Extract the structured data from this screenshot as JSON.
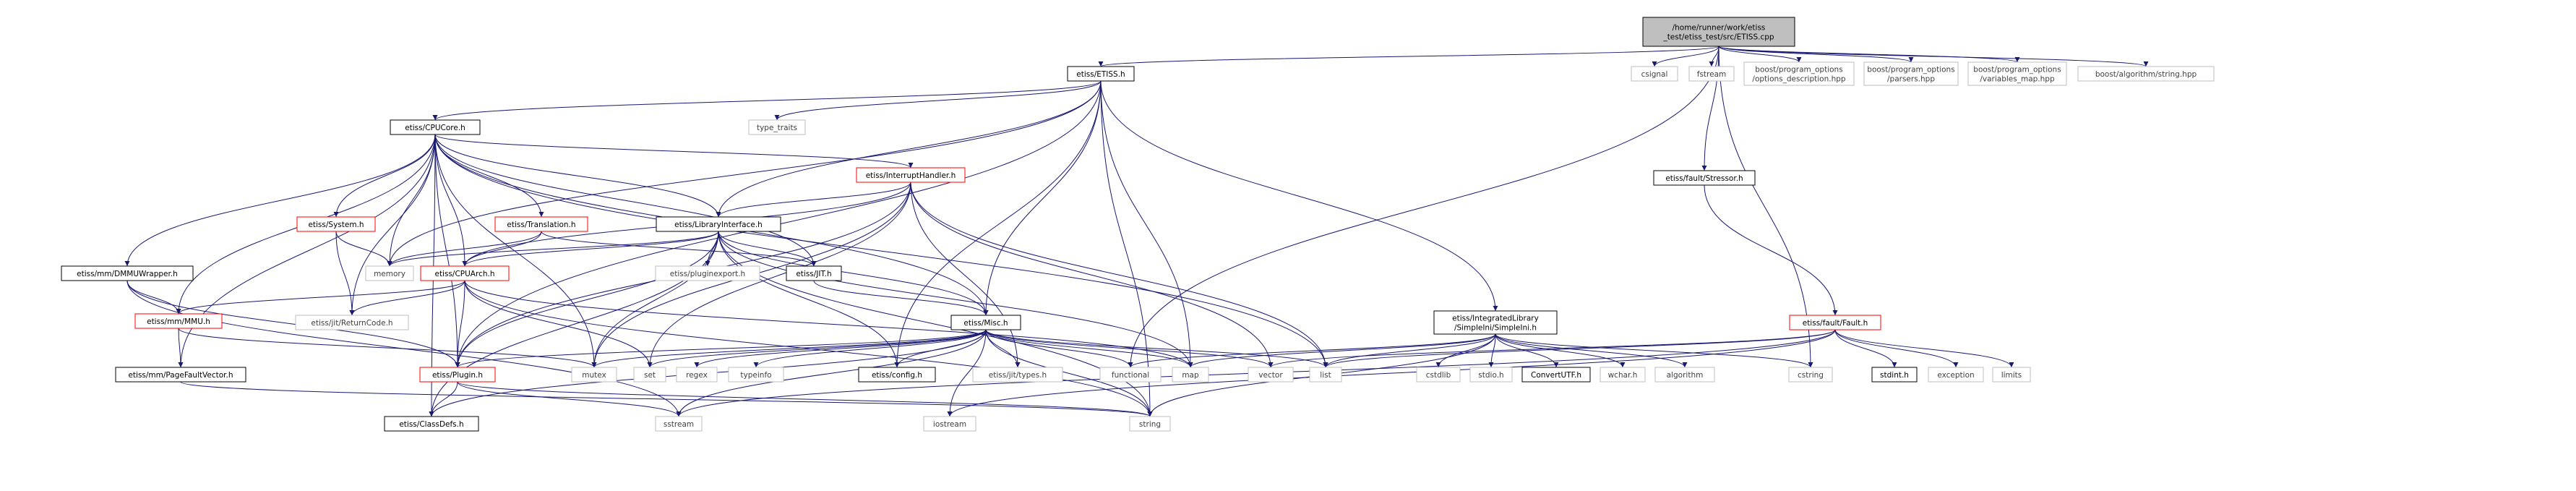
{
  "colors": {
    "edge": "#191970",
    "focus_fill": "#bfbfbf",
    "box_border_black": "#000000",
    "box_border_red": "#ff0000",
    "box_border_gray": "#bfbfbf",
    "text_gray": "#404040"
  },
  "nodes": {
    "root": {
      "lines": [
        "/home/runner/work/etiss",
        "_test/etiss_test/src/ETISS.cpp"
      ],
      "style": "focus"
    },
    "etiss_h": {
      "lines": [
        "etiss/ETISS.h"
      ],
      "style": "black"
    },
    "csignal": {
      "lines": [
        "csignal"
      ],
      "style": "gray"
    },
    "fstream": {
      "lines": [
        "fstream"
      ],
      "style": "gray"
    },
    "boost_opt_desc": {
      "lines": [
        "boost/program_options",
        "/options_description.hpp"
      ],
      "style": "gray"
    },
    "boost_parsers": {
      "lines": [
        "boost/program_options",
        "/parsers.hpp"
      ],
      "style": "gray"
    },
    "boost_varmap": {
      "lines": [
        "boost/program_options",
        "/variables_map.hpp"
      ],
      "style": "gray"
    },
    "boost_string": {
      "lines": [
        "boost/algorithm/string.hpp"
      ],
      "style": "gray"
    },
    "stressor": {
      "lines": [
        "etiss/fault/Stressor.h"
      ],
      "style": "black"
    },
    "type_traits": {
      "lines": [
        "type_traits"
      ],
      "style": "gray"
    },
    "cpucore": {
      "lines": [
        "etiss/CPUCore.h"
      ],
      "style": "black"
    },
    "interrupt": {
      "lines": [
        "etiss/InterruptHandler.h"
      ],
      "style": "red"
    },
    "system": {
      "lines": [
        "etiss/System.h"
      ],
      "style": "red"
    },
    "translation": {
      "lines": [
        "etiss/Translation.h"
      ],
      "style": "red"
    },
    "libiface": {
      "lines": [
        "etiss/LibraryInterface.h"
      ],
      "style": "black"
    },
    "dmmu": {
      "lines": [
        "etiss/mm/DMMUWrapper.h"
      ],
      "style": "black"
    },
    "memory": {
      "lines": [
        "memory"
      ],
      "style": "gray"
    },
    "cpuarch": {
      "lines": [
        "etiss/CPUArch.h"
      ],
      "style": "red"
    },
    "pluginexport": {
      "lines": [
        "etiss/pluginexport.h"
      ],
      "style": "gray"
    },
    "jit": {
      "lines": [
        "etiss/JIT.h"
      ],
      "style": "black"
    },
    "mmu": {
      "lines": [
        "etiss/mm/MMU.h"
      ],
      "style": "red"
    },
    "returncode": {
      "lines": [
        "etiss/jit/ReturnCode.h"
      ],
      "style": "gray"
    },
    "misc": {
      "lines": [
        "etiss/Misc.h"
      ],
      "style": "black"
    },
    "simpleini": {
      "lines": [
        "etiss/IntegratedLibrary",
        "/SimpleIni/SimpleIni.h"
      ],
      "style": "black"
    },
    "fault": {
      "lines": [
        "etiss/fault/Fault.h"
      ],
      "style": "red"
    },
    "pagefault": {
      "lines": [
        "etiss/mm/PageFaultVector.h"
      ],
      "style": "black"
    },
    "plugin": {
      "lines": [
        "etiss/Plugin.h"
      ],
      "style": "red"
    },
    "mutex": {
      "lines": [
        "mutex"
      ],
      "style": "gray"
    },
    "set": {
      "lines": [
        "set"
      ],
      "style": "gray"
    },
    "regex": {
      "lines": [
        "regex"
      ],
      "style": "gray"
    },
    "typeinfo": {
      "lines": [
        "typeinfo"
      ],
      "style": "gray"
    },
    "config": {
      "lines": [
        "etiss/config.h"
      ],
      "style": "black"
    },
    "jittypes": {
      "lines": [
        "etiss/jit/types.h"
      ],
      "style": "gray"
    },
    "functional": {
      "lines": [
        "functional"
      ],
      "style": "gray"
    },
    "map": {
      "lines": [
        "map"
      ],
      "style": "gray"
    },
    "vector": {
      "lines": [
        "vector"
      ],
      "style": "gray"
    },
    "list": {
      "lines": [
        "list"
      ],
      "style": "gray"
    },
    "cstdlib": {
      "lines": [
        "cstdlib"
      ],
      "style": "gray"
    },
    "stdio": {
      "lines": [
        "stdio.h"
      ],
      "style": "gray"
    },
    "convertutf": {
      "lines": [
        "ConvertUTF.h"
      ],
      "style": "black"
    },
    "wchar": {
      "lines": [
        "wchar.h"
      ],
      "style": "gray"
    },
    "algorithm": {
      "lines": [
        "algorithm"
      ],
      "style": "gray"
    },
    "cstring": {
      "lines": [
        "cstring"
      ],
      "style": "gray"
    },
    "stdint": {
      "lines": [
        "stdint.h"
      ],
      "style": "black"
    },
    "exception": {
      "lines": [
        "exception"
      ],
      "style": "gray"
    },
    "limits": {
      "lines": [
        "limits"
      ],
      "style": "gray"
    },
    "classdefs": {
      "lines": [
        "etiss/ClassDefs.h"
      ],
      "style": "black"
    },
    "sstream": {
      "lines": [
        "sstream"
      ],
      "style": "gray"
    },
    "iostream": {
      "lines": [
        "iostream"
      ],
      "style": "gray"
    },
    "string": {
      "lines": [
        "string"
      ],
      "style": "gray"
    }
  },
  "edges": [
    [
      "root",
      "etiss_h"
    ],
    [
      "root",
      "csignal"
    ],
    [
      "root",
      "fstream"
    ],
    [
      "root",
      "boost_opt_desc"
    ],
    [
      "root",
      "boost_parsers"
    ],
    [
      "root",
      "boost_varmap"
    ],
    [
      "root",
      "boost_string"
    ],
    [
      "root",
      "stressor"
    ],
    [
      "root",
      "functional"
    ],
    [
      "root",
      "cstring"
    ],
    [
      "etiss_h",
      "type_traits"
    ],
    [
      "etiss_h",
      "cpucore"
    ],
    [
      "etiss_h",
      "libiface"
    ],
    [
      "etiss_h",
      "misc"
    ],
    [
      "etiss_h",
      "plugin"
    ],
    [
      "etiss_h",
      "config"
    ],
    [
      "etiss_h",
      "simpleini"
    ],
    [
      "etiss_h",
      "map"
    ],
    [
      "etiss_h",
      "string"
    ],
    [
      "etiss_h",
      "memory"
    ],
    [
      "cpucore",
      "system"
    ],
    [
      "cpucore",
      "translation"
    ],
    [
      "cpucore",
      "interrupt"
    ],
    [
      "cpucore",
      "libiface"
    ],
    [
      "cpucore",
      "cpuarch"
    ],
    [
      "cpucore",
      "jit"
    ],
    [
      "cpucore",
      "mmu"
    ],
    [
      "cpucore",
      "dmmu"
    ],
    [
      "cpucore",
      "pagefault"
    ],
    [
      "cpucore",
      "plugin"
    ],
    [
      "cpucore",
      "classdefs"
    ],
    [
      "cpucore",
      "misc"
    ],
    [
      "cpucore",
      "memory"
    ],
    [
      "cpucore",
      "returncode"
    ],
    [
      "cpucore",
      "list"
    ],
    [
      "cpucore",
      "mutex"
    ],
    [
      "interrupt",
      "libiface"
    ],
    [
      "interrupt",
      "cpuarch"
    ],
    [
      "interrupt",
      "plugin"
    ],
    [
      "interrupt",
      "set"
    ],
    [
      "interrupt",
      "mutex"
    ],
    [
      "interrupt",
      "list"
    ],
    [
      "interrupt",
      "jittypes"
    ],
    [
      "interrupt",
      "vector"
    ],
    [
      "system",
      "memory"
    ],
    [
      "system",
      "returncode"
    ],
    [
      "translation",
      "cpuarch"
    ],
    [
      "translation",
      "jit"
    ],
    [
      "translation",
      "memory"
    ],
    [
      "libiface",
      "pluginexport"
    ],
    [
      "libiface",
      "jit"
    ],
    [
      "libiface",
      "misc"
    ],
    [
      "libiface",
      "cpuarch"
    ],
    [
      "libiface",
      "memory"
    ],
    [
      "libiface",
      "map"
    ],
    [
      "libiface",
      "mutex"
    ],
    [
      "libiface",
      "string"
    ],
    [
      "libiface",
      "plugin"
    ],
    [
      "libiface",
      "config"
    ],
    [
      "libiface",
      "classdefs"
    ],
    [
      "dmmu",
      "mmu"
    ],
    [
      "dmmu",
      "plugin"
    ],
    [
      "dmmu",
      "sstream"
    ],
    [
      "cpuarch",
      "mmu"
    ],
    [
      "cpuarch",
      "plugin"
    ],
    [
      "cpuarch",
      "returncode"
    ],
    [
      "cpuarch",
      "set"
    ],
    [
      "cpuarch",
      "string"
    ],
    [
      "cpuarch",
      "map"
    ],
    [
      "jit",
      "misc"
    ],
    [
      "mmu",
      "pagefault"
    ],
    [
      "mmu",
      "mutex"
    ],
    [
      "misc",
      "mutex"
    ],
    [
      "misc",
      "set"
    ],
    [
      "misc",
      "regex"
    ],
    [
      "misc",
      "typeinfo"
    ],
    [
      "misc",
      "config"
    ],
    [
      "misc",
      "jittypes"
    ],
    [
      "misc",
      "functional"
    ],
    [
      "misc",
      "map"
    ],
    [
      "misc",
      "vector"
    ],
    [
      "misc",
      "list"
    ],
    [
      "misc",
      "sstream"
    ],
    [
      "misc",
      "iostream"
    ],
    [
      "misc",
      "string"
    ],
    [
      "misc",
      "classdefs"
    ],
    [
      "misc",
      "plugin"
    ],
    [
      "simpleini",
      "map"
    ],
    [
      "simpleini",
      "list"
    ],
    [
      "simpleini",
      "cstdlib"
    ],
    [
      "simpleini",
      "stdio"
    ],
    [
      "simpleini",
      "convertutf"
    ],
    [
      "simpleini",
      "wchar"
    ],
    [
      "simpleini",
      "algorithm"
    ],
    [
      "simpleini",
      "cstring"
    ],
    [
      "simpleini",
      "string"
    ],
    [
      "simpleini",
      "functional"
    ],
    [
      "stressor",
      "fault"
    ],
    [
      "fault",
      "list"
    ],
    [
      "fault",
      "stdint"
    ],
    [
      "fault",
      "exception"
    ],
    [
      "fault",
      "limits"
    ],
    [
      "fault",
      "iostream"
    ],
    [
      "fault",
      "sstream"
    ],
    [
      "fault",
      "vector"
    ],
    [
      "plugin",
      "classdefs"
    ],
    [
      "plugin",
      "sstream"
    ],
    [
      "plugin",
      "string"
    ],
    [
      "pagefault",
      "string"
    ]
  ]
}
